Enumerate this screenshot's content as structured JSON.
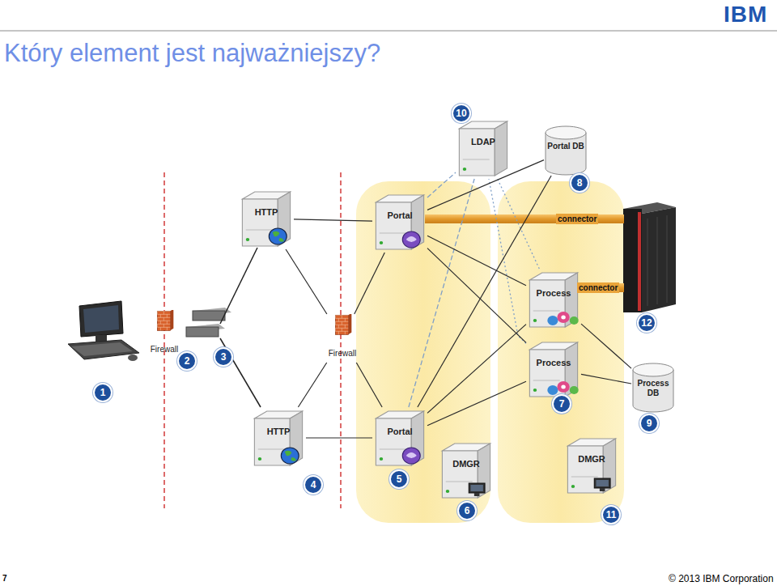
{
  "diagram": {
    "title": "Który element jest najważniejszy?",
    "nodes": [
      {
        "text": [
          "LDAP"
        ]
      },
      {
        "text": [
          "Portal DB"
        ]
      },
      {
        "text": [
          "HTTP"
        ]
      },
      {
        "text": [
          "Portal"
        ]
      },
      {
        "text": [
          "Process"
        ]
      },
      {
        "text": [
          "Firewall"
        ]
      },
      {
        "text": [
          "Firewall"
        ]
      },
      {
        "text": [
          "Process"
        ]
      },
      {
        "text": [
          "Process DB"
        ]
      },
      {
        "text": [
          "HTTP"
        ]
      },
      {
        "text": [
          "Portal"
        ]
      },
      {
        "text": [
          "DMGR"
        ]
      },
      {
        "text": [
          "DMGR"
        ]
      }
    ],
    "edges": [
      {
        "from": 2,
        "to": 3,
        "arrow": "none"
      },
      {
        "from": 9,
        "to": 10,
        "arrow": "none"
      },
      {
        "from": 2,
        "to": 6,
        "arrow": "none"
      },
      {
        "from": 9,
        "to": 6,
        "arrow": "none"
      },
      {
        "from": 6,
        "to": 3,
        "arrow": "none"
      },
      {
        "from": 6,
        "to": 10,
        "arrow": "none"
      },
      {
        "from": 3,
        "to": 0,
        "arrow": "none"
      },
      {
        "from": 10,
        "to": 0,
        "arrow": "none"
      },
      {
        "from": 4,
        "to": 0,
        "arrow": "none"
      },
      {
        "from": 7,
        "to": 0,
        "arrow": "none"
      },
      {
        "from": 3,
        "to": 1,
        "arrow": "none"
      },
      {
        "from": 10,
        "to": 1,
        "arrow": "none"
      },
      {
        "from": 3,
        "to": 4,
        "arrow": "none"
      },
      {
        "from": 3,
        "to": 7,
        "arrow": "none"
      },
      {
        "from": 10,
        "to": 4,
        "arrow": "none"
      },
      {
        "from": 10,
        "to": 7,
        "arrow": "none"
      },
      {
        "from": 4,
        "to": 8,
        "arrow": "none"
      },
      {
        "from": 7,
        "to": 8,
        "arrow": "none"
      }
    ],
    "labels": [
      "IBM",
      "connector",
      "connector",
      "1",
      "2",
      "3",
      "4",
      "5",
      "6",
      "7",
      "8",
      "9",
      "10",
      "11",
      "12",
      "7",
      "© 2013 IBM Corporation"
    ]
  }
}
